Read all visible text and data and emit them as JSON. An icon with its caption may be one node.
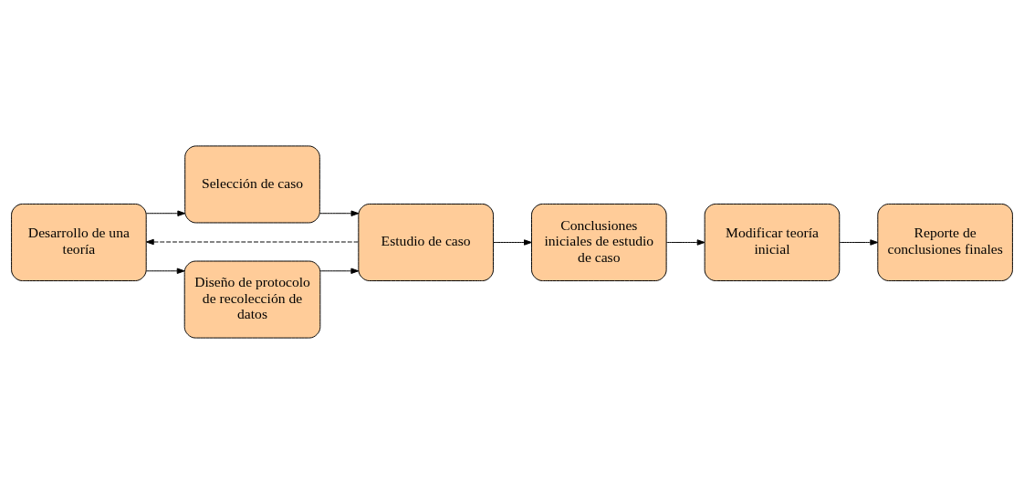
{
  "diagram": {
    "nodes": [
      {
        "text": [
          "Desarrollo de una teoría"
        ]
      },
      {
        "text": [
          "Selección de caso"
        ]
      },
      {
        "text": [
          "Diseño de protocolo de recolección de datos"
        ]
      },
      {
        "text": [
          "Estudio de caso"
        ]
      },
      {
        "text": [
          "Conclusiones iniciales de estudio de caso"
        ]
      },
      {
        "text": [
          "Reporte de conclusiones finales"
        ]
      },
      {
        "text": [
          "Modificar teoría inicial"
        ]
      }
    ],
    "edges": [
      {
        "from": 0,
        "to": 1,
        "arrow": "to"
      },
      {
        "from": 0,
        "to": 2,
        "arrow": "to"
      },
      {
        "from": 1,
        "to": 3,
        "arrow": "to"
      },
      {
        "from": 2,
        "to": 3,
        "arrow": "to"
      },
      {
        "from": 3,
        "to": 4,
        "arrow": "to"
      },
      {
        "from": 3,
        "to": 0,
        "arrow": "to",
        "style": "dashed"
      },
      {
        "from": 4,
        "to": 6,
        "arrow": "to"
      },
      {
        "from": 6,
        "to": 5,
        "arrow": "to"
      }
    ]
  }
}
